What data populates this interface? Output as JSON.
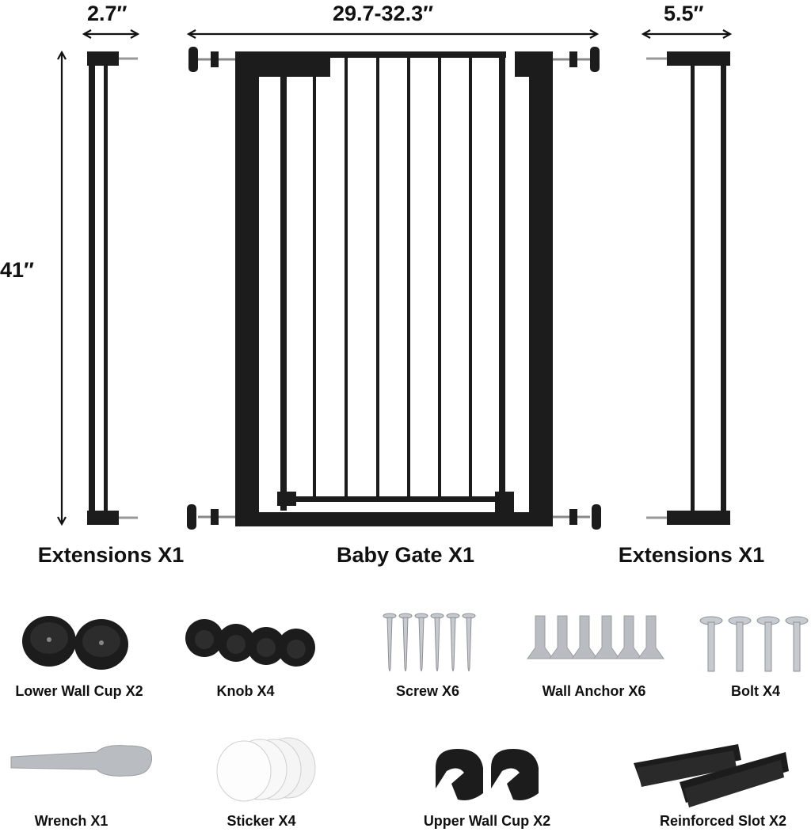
{
  "dimensions": {
    "left_extension_width": "2.7″",
    "gate_width": "29.7-32.3″",
    "right_extension_width": "5.5″",
    "height": "41″"
  },
  "main_items": [
    {
      "label": "Extensions X1"
    },
    {
      "label": "Baby Gate X1"
    },
    {
      "label": "Extensions X1"
    }
  ],
  "accessories_row1": [
    {
      "label": "Lower Wall Cup X2",
      "icon": "lower-wall-cup-icon"
    },
    {
      "label": "Knob X4",
      "icon": "knob-icon"
    },
    {
      "label": "Screw X6",
      "icon": "screw-icon"
    },
    {
      "label": "Wall Anchor X6",
      "icon": "wall-anchor-icon"
    },
    {
      "label": "Bolt X4",
      "icon": "bolt-icon"
    }
  ],
  "accessories_row2": [
    {
      "label": "Wrench X1",
      "icon": "wrench-icon"
    },
    {
      "label": "Sticker X4",
      "icon": "sticker-icon"
    },
    {
      "label": "Upper Wall Cup X2",
      "icon": "upper-wall-cup-icon"
    },
    {
      "label": "Reinforced Slot X2",
      "icon": "reinforced-slot-icon"
    }
  ],
  "colors": {
    "frame": "#1c1c1c",
    "accent_gray": "#b9bcc1",
    "background": "#ffffff"
  }
}
